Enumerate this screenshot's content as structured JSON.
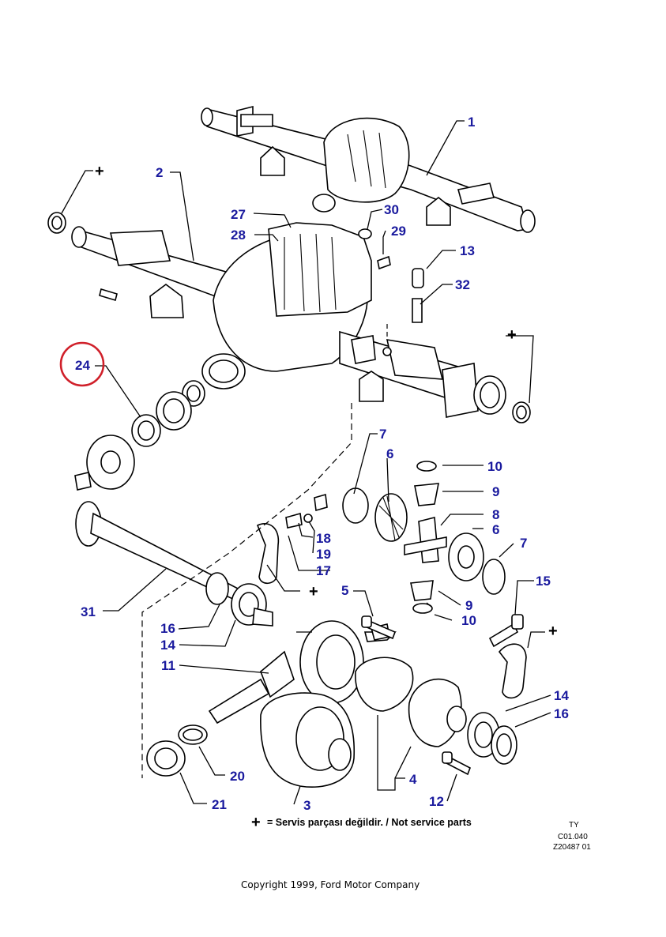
{
  "callouts": {
    "c1": "1",
    "c2": "2",
    "c3": "3",
    "c4": "4",
    "c5": "5",
    "c6a": "6",
    "c6b": "6",
    "c7a": "7",
    "c7b": "7",
    "c8": "8",
    "c9a": "9",
    "c9b": "9",
    "c10a": "10",
    "c10b": "10",
    "c11": "11",
    "c12": "12",
    "c13": "13",
    "c14a": "14",
    "c14b": "14",
    "c15": "15",
    "c16a": "16",
    "c16b": "16",
    "c17": "17",
    "c18": "18",
    "c19": "19",
    "c20": "20",
    "c21": "21",
    "c24": "24",
    "c27": "27",
    "c28": "28",
    "c29": "29",
    "c30": "30",
    "c31": "31",
    "c32": "32"
  },
  "plus_symbol": "+",
  "legend": {
    "symbol": "+",
    "text": "= Servis parçası değildir. / Not service   parts"
  },
  "reference": {
    "line1": "TY",
    "line2": "C01.040",
    "line3": "Z20487 01"
  },
  "copyright": "Copyright 1999, Ford Motor Company",
  "colors": {
    "callout": "#1a1a9e",
    "highlight_circle": "#d0202a"
  }
}
